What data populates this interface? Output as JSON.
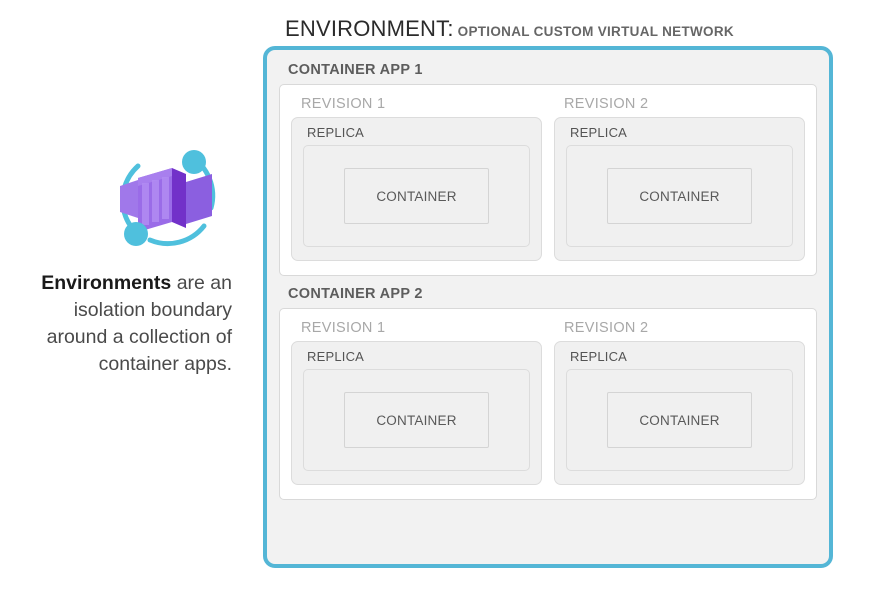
{
  "title": {
    "main": "ENVIRONMENT:",
    "sub": "OPTIONAL CUSTOM VIRTUAL NETWORK"
  },
  "caption": {
    "strong": "Environments",
    "rest": " are an isolation boundary around a collection of container apps."
  },
  "icon": {
    "name": "azure-container-apps-icon",
    "purple_light": "#a078ea",
    "purple_mid": "#8b5fe0",
    "purple_dark": "#7231c9",
    "cyan": "#4fc0dd"
  },
  "colors": {
    "environment_border": "#54b6d6",
    "environment_fill": "#f2f2f2",
    "app_panel_fill": "#ffffff",
    "app_panel_border": "#d9d9d9",
    "revision_fill": "#f0f0f0",
    "revision_border": "#dcdcdc",
    "replica_fill": "#f0f0f0",
    "replica_border": "#dcdcdc",
    "container_fill": "#f0f0f0",
    "container_border": "#d4d4d4",
    "app_label_color": "#5d5d5d",
    "revision_label_color": "#a8a8a8",
    "replica_label_color": "#545454",
    "container_label_color": "#595959"
  },
  "environment": {
    "apps": [
      {
        "label": "CONTAINER APP 1",
        "revisions": [
          {
            "label": "REVISION 1",
            "replica": {
              "label": "REPLICA",
              "container": {
                "label": "CONTAINER"
              }
            }
          },
          {
            "label": "REVISION 2",
            "replica": {
              "label": "REPLICA",
              "container": {
                "label": "CONTAINER"
              }
            }
          }
        ]
      },
      {
        "label": "CONTAINER APP 2",
        "revisions": [
          {
            "label": "REVISION 1",
            "replica": {
              "label": "REPLICA",
              "container": {
                "label": "CONTAINER"
              }
            }
          },
          {
            "label": "REVISION 2",
            "replica": {
              "label": "REPLICA",
              "container": {
                "label": "CONTAINER"
              }
            }
          }
        ]
      }
    ]
  }
}
